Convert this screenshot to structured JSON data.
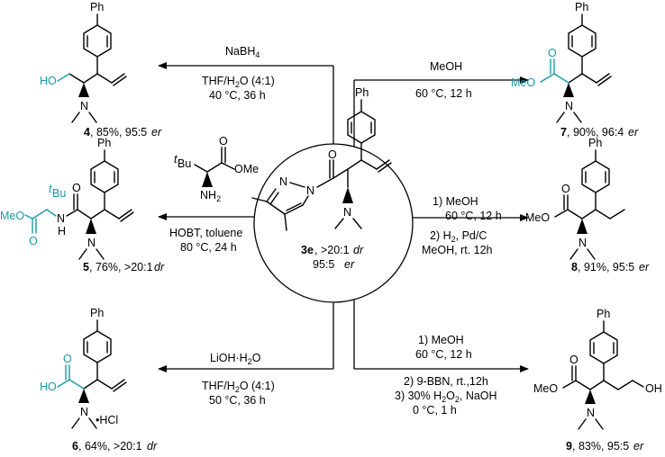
{
  "center": {
    "label": "3e",
    "dr_text": ", >20:1 ",
    "dr": "dr",
    "er_value": "95:5 ",
    "er": "er"
  },
  "conditions": {
    "c4": {
      "l1": "NaBH",
      "l1_sub": "4",
      "l2": "THF/H",
      "l2_sub": "2",
      "l2_end": "O (4:1)",
      "l3": "40 °C, 36 h"
    },
    "c7": {
      "l1": "MeOH",
      "l2": "60 °C, 12 h"
    },
    "c5": {
      "l1": "HOBT, toluene",
      "l2": "80 °C, 24 h"
    },
    "c8": {
      "l1": "1) MeOH",
      "l2": "60 °C, 12 h",
      "l3a": "2) H",
      "l3_sub": "2",
      "l3b": ", Pd/C",
      "l4": "MeOH, rt. 12h"
    },
    "c6": {
      "l1a": "LiOH·H",
      "l1_sub": "2",
      "l1b": "O",
      "l2": "THF/H",
      "l2_sub": "2",
      "l2_end": "O (4:1)",
      "l3": "50 °C, 36 h"
    },
    "c9": {
      "l1": "1) MeOH",
      "l2": "60 °C, 12 h",
      "l3": "2) 9-BBN, rt.,12h",
      "l4a": "3) 30% H",
      "l4_sub": "2",
      "l4b": "O",
      "l4_sub2": "2",
      "l4c": ", NaOH",
      "l5": "0 °C, 1 h"
    }
  },
  "products": {
    "p4": {
      "num": "4",
      "text": ", 85%, 95:5 ",
      "er": "er"
    },
    "p7": {
      "num": "7",
      "text": ", 90%, 96:4 ",
      "er": "er"
    },
    "p5": {
      "num": "5",
      "text": ", 76%, >20:1 ",
      "er": "dr"
    },
    "p8": {
      "num": "8",
      "text": ", 91%, 95:5 ",
      "er": "er"
    },
    "p6": {
      "num": "6",
      "text": ", 64%,  >20:1 ",
      "er": "dr"
    },
    "p9": {
      "num": "9",
      "text": ", 83%, 95:5 ",
      "er": "er"
    }
  },
  "atoms": {
    "ph": "Ph",
    "ho": "HO",
    "meo": "MeO",
    "ome": "OMe",
    "o": "O",
    "n": "N",
    "nh2": "NH",
    "nh2_sub": "2",
    "nh": "N",
    "h": "H",
    "tbu_t": "t",
    "tbu": "Bu",
    "oh": "OH",
    "hcl": "•HCl"
  }
}
